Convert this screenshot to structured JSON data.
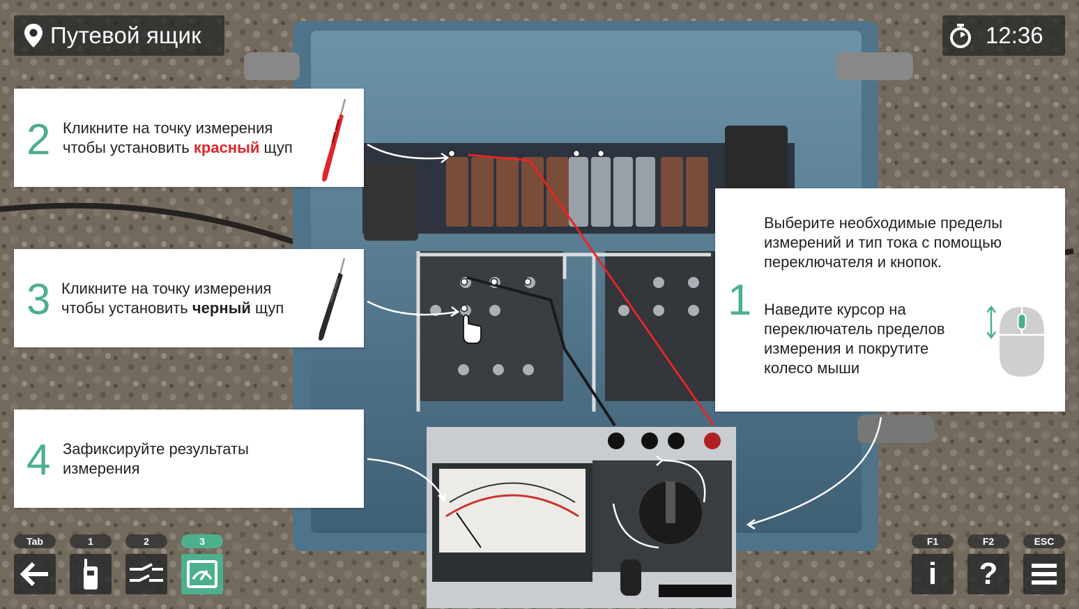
{
  "header": {
    "location": "Путевой ящик",
    "location_icon": "location-pin-icon",
    "time": "12:36",
    "timer_icon": "stopwatch-icon"
  },
  "steps": {
    "step1": {
      "number": "1",
      "text_a_1": "Выберите необходимые пределы",
      "text_a_2": "измерений и тип тока с помощью",
      "text_a_3": "переключателя и кнопок.",
      "text_b_1": "Наведите курсор на",
      "text_b_2": "переключатель пределов",
      "text_b_3": "измерения и покрутите",
      "text_b_4": "колесо мыши",
      "icon": "mouse-scroll-icon"
    },
    "step2": {
      "number": "2",
      "line1": "Кликните на точку измерения",
      "line2_pre": "чтобы установить ",
      "line2_em": "красный",
      "line2_post": " щуп",
      "icon": "red-probe-icon"
    },
    "step3": {
      "number": "3",
      "line1": "Кликните на точку измерения",
      "line2_pre": "чтобы установить ",
      "line2_em": "черный",
      "line2_post": " щуп",
      "icon": "black-probe-icon"
    },
    "step4": {
      "number": "4",
      "line1": "Зафиксируйте результаты",
      "line2": "измерения"
    }
  },
  "toolbar": {
    "left": [
      {
        "hotkey": "Tab",
        "icon": "back-arrow-icon",
        "active": false
      },
      {
        "hotkey": "1",
        "icon": "radio-icon",
        "active": false
      },
      {
        "hotkey": "2",
        "icon": "circuit-switch-icon",
        "active": false
      },
      {
        "hotkey": "3",
        "icon": "multimeter-icon",
        "active": true
      }
    ],
    "right": [
      {
        "hotkey": "F1",
        "glyph": "i",
        "icon": "info-icon"
      },
      {
        "hotkey": "F2",
        "glyph": "?",
        "icon": "help-icon"
      },
      {
        "hotkey": "ESC",
        "icon": "menu-icon"
      }
    ]
  },
  "colors": {
    "accent": "#4cb08c",
    "red_probe": "#e0242a",
    "panel_dark": "#282828"
  }
}
